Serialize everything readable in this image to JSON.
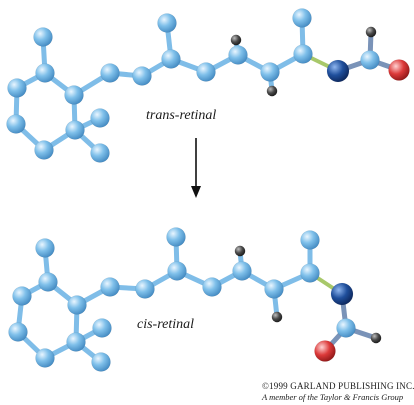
{
  "labels": {
    "trans": "trans-retinal",
    "cis": "cis-retinal"
  },
  "credit": {
    "line1": "©1999 GARLAND PUBLISHING INC.",
    "line2": "A member of the Taylor & Francis Group"
  },
  "colors": {
    "carbon": "#6fb4e4",
    "hydrogen": "#3a3a3a",
    "nitrogen": "#1e4f9a",
    "oxygen": "#d33a3a",
    "carbon_bond": "#7fbde8",
    "cn_bond": "#a8c86a",
    "arrow": "#111111"
  },
  "diagram": {
    "type": "molecular-ball-and-stick",
    "arrow_direction": "down",
    "molecules": [
      "trans-retinal",
      "cis-retinal"
    ]
  }
}
